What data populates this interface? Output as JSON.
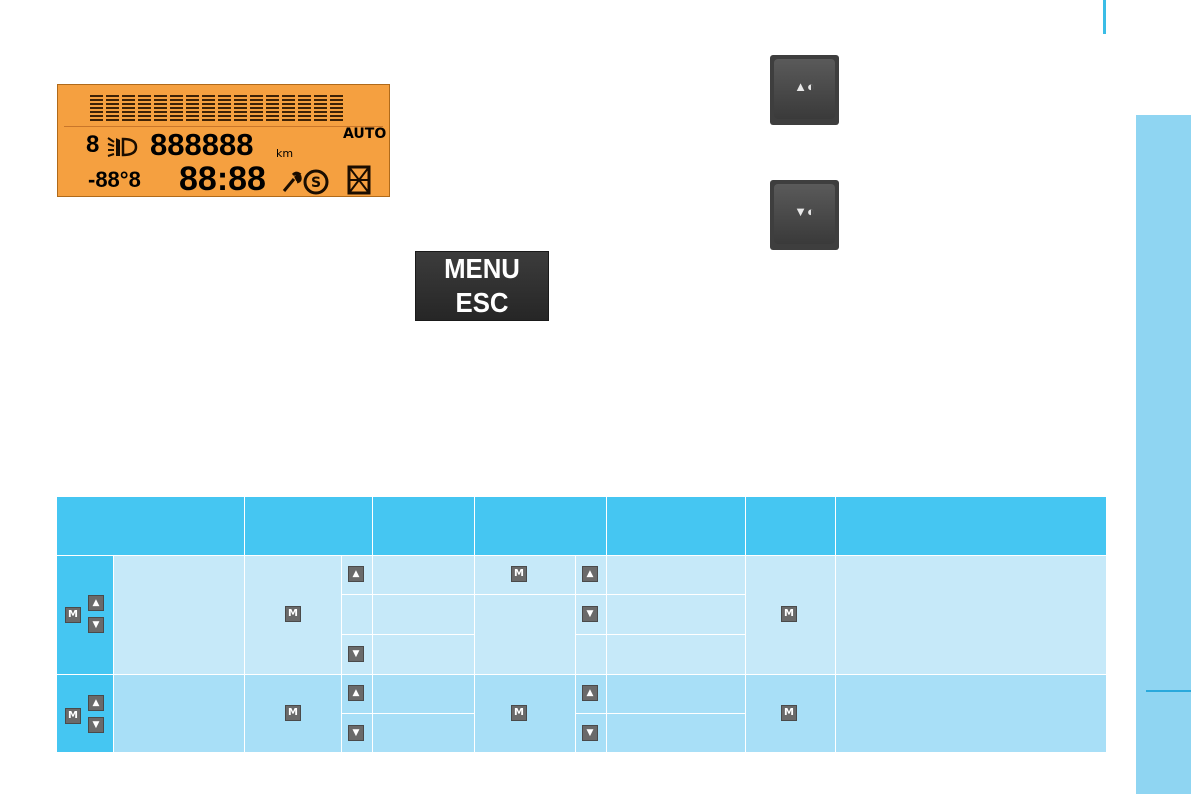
{
  "lcd": {
    "odometer": "888888",
    "odometer_unit": "km",
    "mode": "AUTO",
    "headlamp_level": "8",
    "temperature": "-88°8",
    "clock": "88:88",
    "accent_color": "#f5a040"
  },
  "buttons": {
    "menu_esc": {
      "line1": "MENU",
      "line2": "ESC"
    },
    "headlamp_up_icon": "headlamp-raise-icon",
    "headlamp_down_icon": "headlamp-lower-icon"
  },
  "table": {
    "header_color": "#45c6f2",
    "group1_color": "#c6e9f9",
    "group2_color": "#a8dff7",
    "symbols": {
      "menu": "M",
      "up": "▲",
      "down": "▼"
    }
  },
  "colors": {
    "accent": "#3bbde6",
    "side_tab": "#8fd5f2"
  }
}
